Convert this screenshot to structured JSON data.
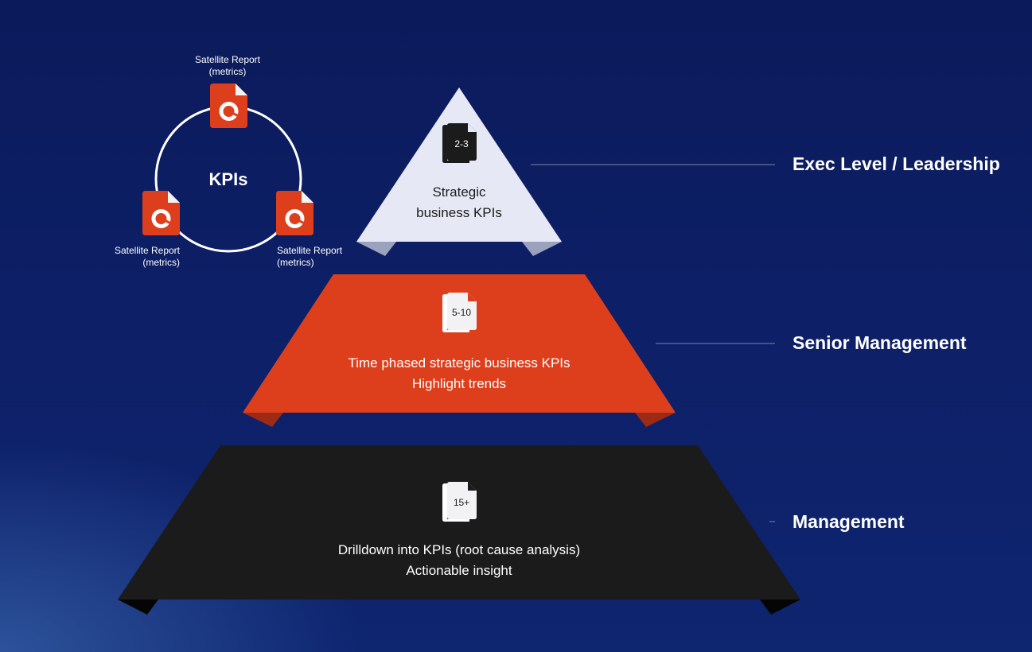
{
  "kpi_cycle": {
    "center_label": "KPIs",
    "reports": [
      {
        "line1": "Satellite Report",
        "line2": "(metrics)"
      },
      {
        "line1": "Satellite Report",
        "line2": "(metrics)"
      },
      {
        "line1": "Satellite Report",
        "line2": "(metrics)"
      }
    ]
  },
  "pyramid": {
    "top": {
      "doc_count": "2-3",
      "line1": "Strategic",
      "line2": "business KPIs",
      "level_label": "Exec Level / Leadership",
      "color": "#e6e9f5"
    },
    "middle": {
      "doc_count": "5-10",
      "line1": "Time phased strategic business KPIs",
      "line2": "Highlight trends",
      "level_label": "Senior Management",
      "color": "#dd3f1d"
    },
    "bottom": {
      "doc_count": "15+",
      "line1": "Drilldown into KPIs (root cause analysis)",
      "line2": "Actionable insight",
      "level_label": "Management",
      "color": "#1b1b1b"
    }
  },
  "colors": {
    "report_icon": "#dd3f1d",
    "connector_line": "#7c86ad"
  }
}
